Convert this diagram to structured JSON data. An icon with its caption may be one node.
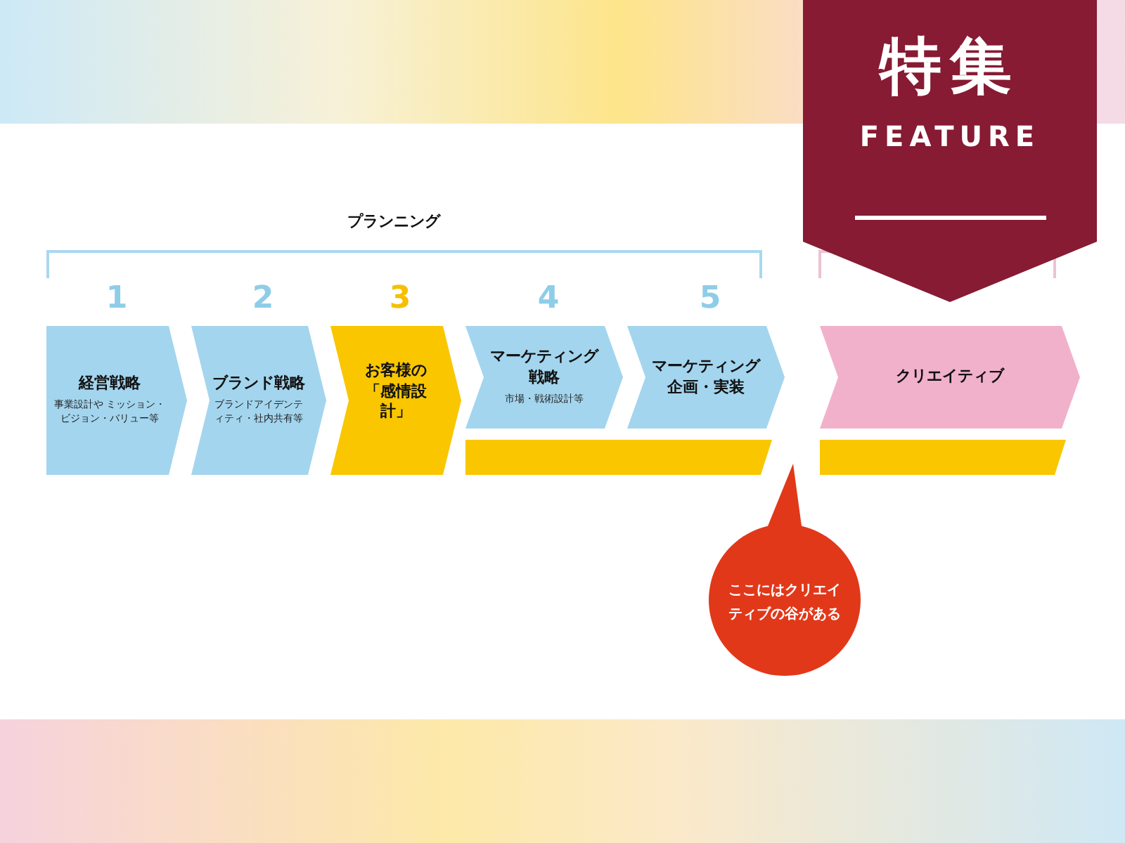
{
  "diagram": {
    "nodes": [
      {
        "text": [
          "経営戦略",
          "事業設計や ミッション・ビジョン・バリュー等"
        ],
        "beside": [
          "1"
        ]
      },
      {
        "text": [
          "ブランド戦略",
          "ブランドアイデンティティ・社内共有等"
        ],
        "beside": [
          "2"
        ]
      },
      {
        "text": [
          "お客様の「感情設計」"
        ],
        "beside": [
          "3"
        ]
      },
      {
        "text": [
          "マーケティング戦略",
          "市場・戦術設計等"
        ],
        "beside": [
          "4"
        ]
      },
      {
        "text": [
          "マーケティング企画・実装"
        ],
        "beside": [
          "5"
        ]
      },
      {
        "text": [
          "クリエイティブ"
        ]
      },
      {
        "text": [],
        "shape": "bar"
      },
      {
        "text": [],
        "shape": "bar"
      },
      {
        "text": [
          "ここにはクリエイティブの谷がある"
        ]
      },
      {
        "text": [
          "特集",
          "FEATURE"
        ]
      }
    ],
    "labels": [
      "プランニング"
    ]
  }
}
